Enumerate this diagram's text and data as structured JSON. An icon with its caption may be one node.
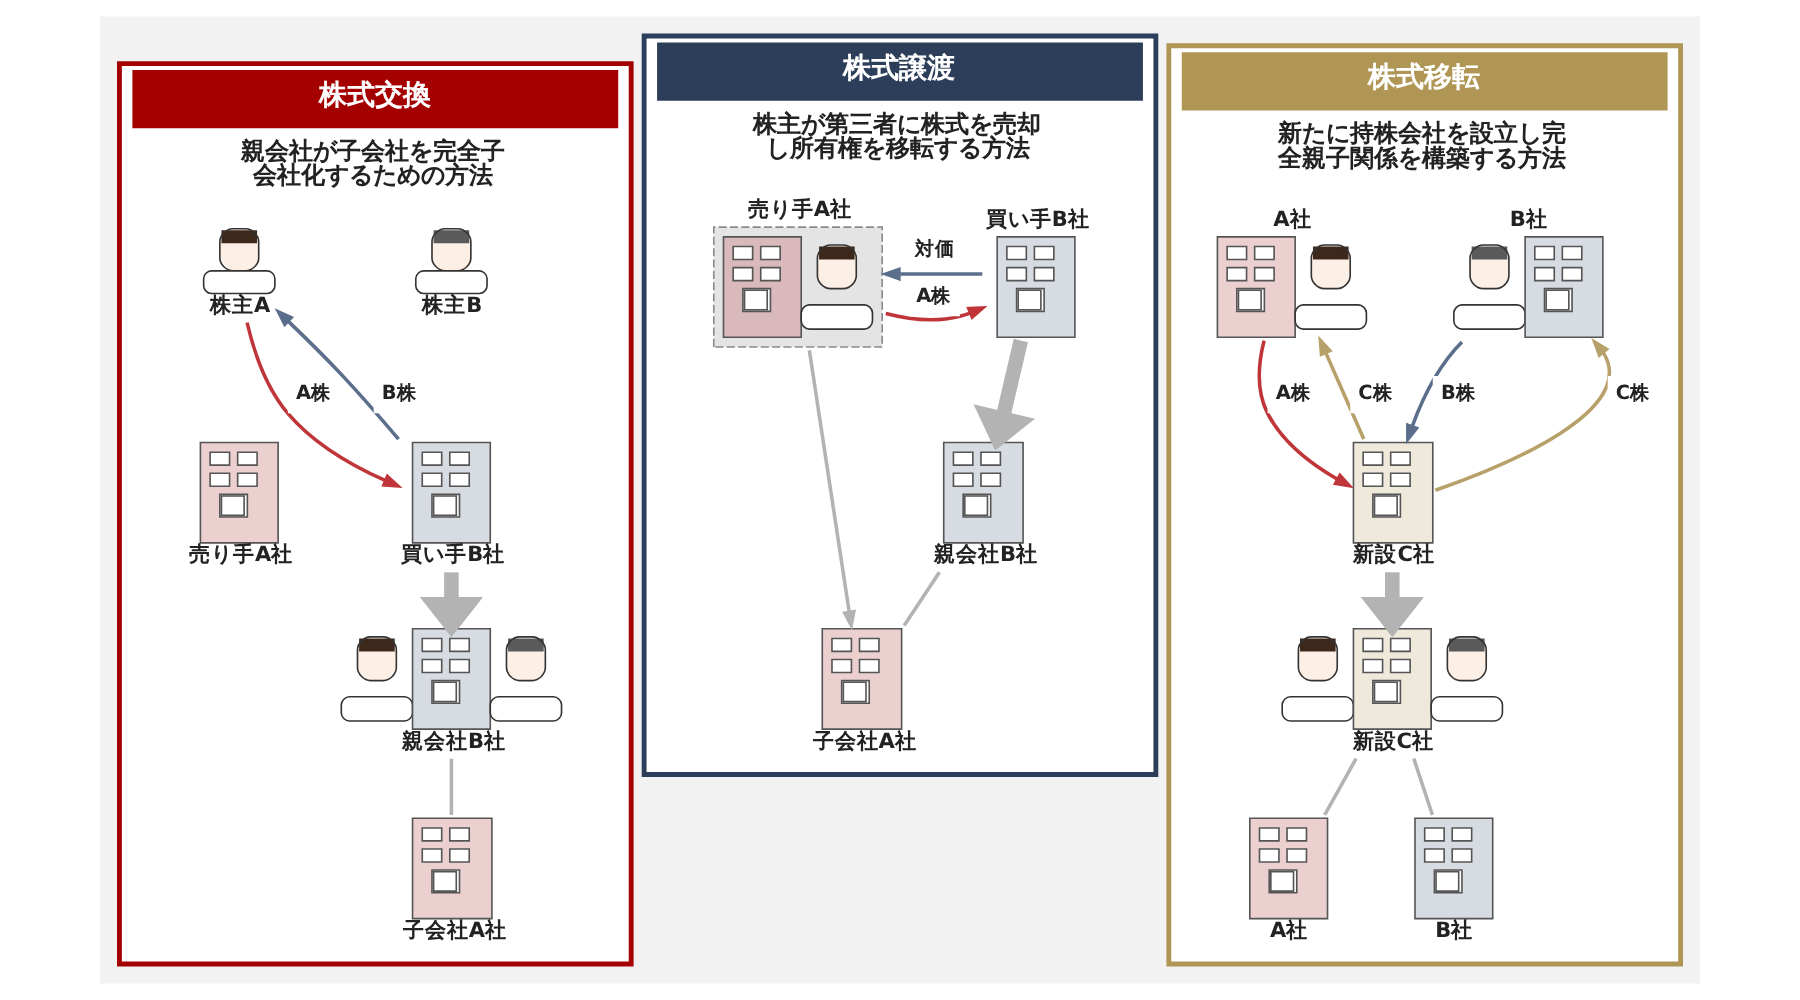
{
  "diagram": {
    "nodes": [
      {
        "text": [
          "株式交換",
          "親会社が子会社を完全子会社化するための方法"
        ]
      },
      {
        "text": [
          "株主A"
        ],
        "in": 0
      },
      {
        "text": [
          "株主B"
        ],
        "in": 0
      },
      {
        "text": [
          "売り手A社"
        ],
        "in": 0
      },
      {
        "text": [
          "買い手B社"
        ],
        "in": 0
      },
      {
        "text": [
          "親会社B社"
        ],
        "in": 0
      },
      {
        "text": [
          "子会社A社"
        ],
        "in": 0
      },
      {
        "text": [
          "株式譲渡",
          "株主が第三者に株式を売却し所有権を移転する方法"
        ]
      },
      {
        "text": [
          "売り手A社"
        ],
        "in": 7
      },
      {
        "text": [
          "買い手B社"
        ],
        "in": 7
      },
      {
        "text": [
          "親会社B社"
        ],
        "in": 7
      },
      {
        "text": [
          "子会社A社"
        ],
        "in": 7
      },
      {
        "text": [
          "株式移転",
          "新たに持株会社を設立し完全親子関係を構築する方法"
        ]
      },
      {
        "text": [
          "A社"
        ],
        "in": 12
      },
      {
        "text": [
          "B社"
        ],
        "in": 12
      },
      {
        "text": [
          "新設C社"
        ],
        "in": 12
      },
      {
        "text": [
          "新設C社"
        ],
        "in": 12
      },
      {
        "text": [
          "A社"
        ],
        "in": 12
      },
      {
        "text": [
          "B社"
        ],
        "in": 12
      }
    ],
    "edges": [
      {
        "from": 1,
        "to": 4,
        "arrow": "to",
        "label": "A株",
        "color": "#c0353a"
      },
      {
        "from": 4,
        "to": 1,
        "arrow": "to",
        "label": "B株",
        "color": "#5b6e8c"
      },
      {
        "from": 4,
        "to": 5,
        "arrow": "to",
        "style": "thick"
      },
      {
        "from": 5,
        "to": 6,
        "arrow": "none"
      },
      {
        "from": 8,
        "to": 9,
        "arrow": "to",
        "label": "A株",
        "color": "#c0353a"
      },
      {
        "from": 9,
        "to": 8,
        "arrow": "to",
        "label": "対価",
        "color": "#5b6e8c"
      },
      {
        "from": 9,
        "to": 10,
        "arrow": "to",
        "style": "thick"
      },
      {
        "from": 10,
        "to": 11,
        "arrow": "none"
      },
      {
        "from": 8,
        "to": 11,
        "arrow": "to"
      },
      {
        "from": 13,
        "to": 15,
        "arrow": "to",
        "label": "A株",
        "color": "#c0353a"
      },
      {
        "from": 14,
        "to": 15,
        "arrow": "to",
        "label": "B株",
        "color": "#5b6e8c"
      },
      {
        "from": 15,
        "to": 13,
        "arrow": "to",
        "label": "C株",
        "color": "#b8a06a"
      },
      {
        "from": 15,
        "to": 14,
        "arrow": "to",
        "label": "C株",
        "color": "#b8a06a"
      },
      {
        "from": 15,
        "to": 16,
        "arrow": "to",
        "style": "thick"
      },
      {
        "from": 16,
        "to": 17,
        "arrow": "none"
      },
      {
        "from": 16,
        "to": 18,
        "arrow": "none"
      }
    ]
  }
}
